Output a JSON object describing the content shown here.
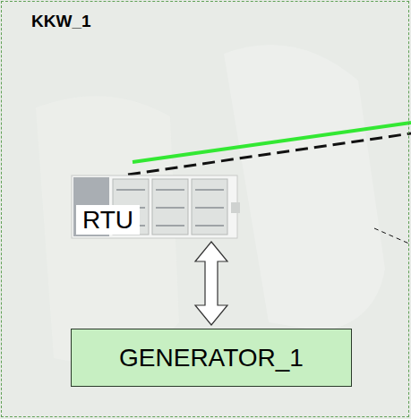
{
  "diagram": {
    "nodes": [
      {
        "text": [
          "KKW_1"
        ]
      },
      {
        "text": [
          "RTU"
        ],
        "in": 0
      },
      {
        "text": [
          "GENERATOR_1"
        ],
        "in": 0
      }
    ],
    "edges": [
      {
        "from": 1,
        "to": 2,
        "arrow": "both"
      }
    ]
  }
}
